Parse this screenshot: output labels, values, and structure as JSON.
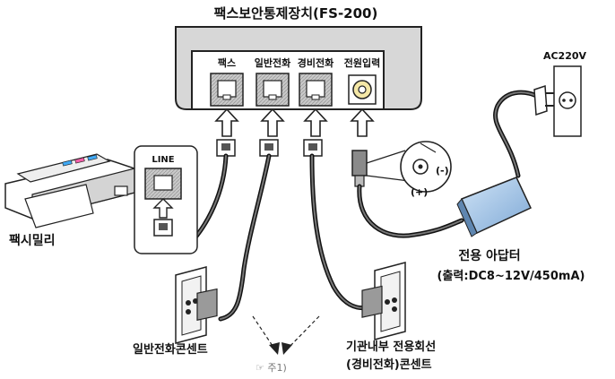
{
  "device": {
    "title": "팩스보안통제장치(FS-200)",
    "ports": [
      "팩스",
      "일반전화",
      "경비전화",
      "전원입력"
    ]
  },
  "fax": {
    "label": "팩시밀리",
    "port_label": "LINE"
  },
  "power": {
    "ac_label": "AC220V",
    "polarity_minus": "(-)",
    "polarity_plus": "(+)"
  },
  "adapter": {
    "name": "전용 아답터",
    "output": "(출력:DC8~12V/450mA)"
  },
  "outlets": {
    "general": "일반전화콘센트",
    "dedicated_line1": "기관내부 전용회선",
    "dedicated_line2": "(경비전화)콘센트"
  },
  "note": "☞ 주1)"
}
